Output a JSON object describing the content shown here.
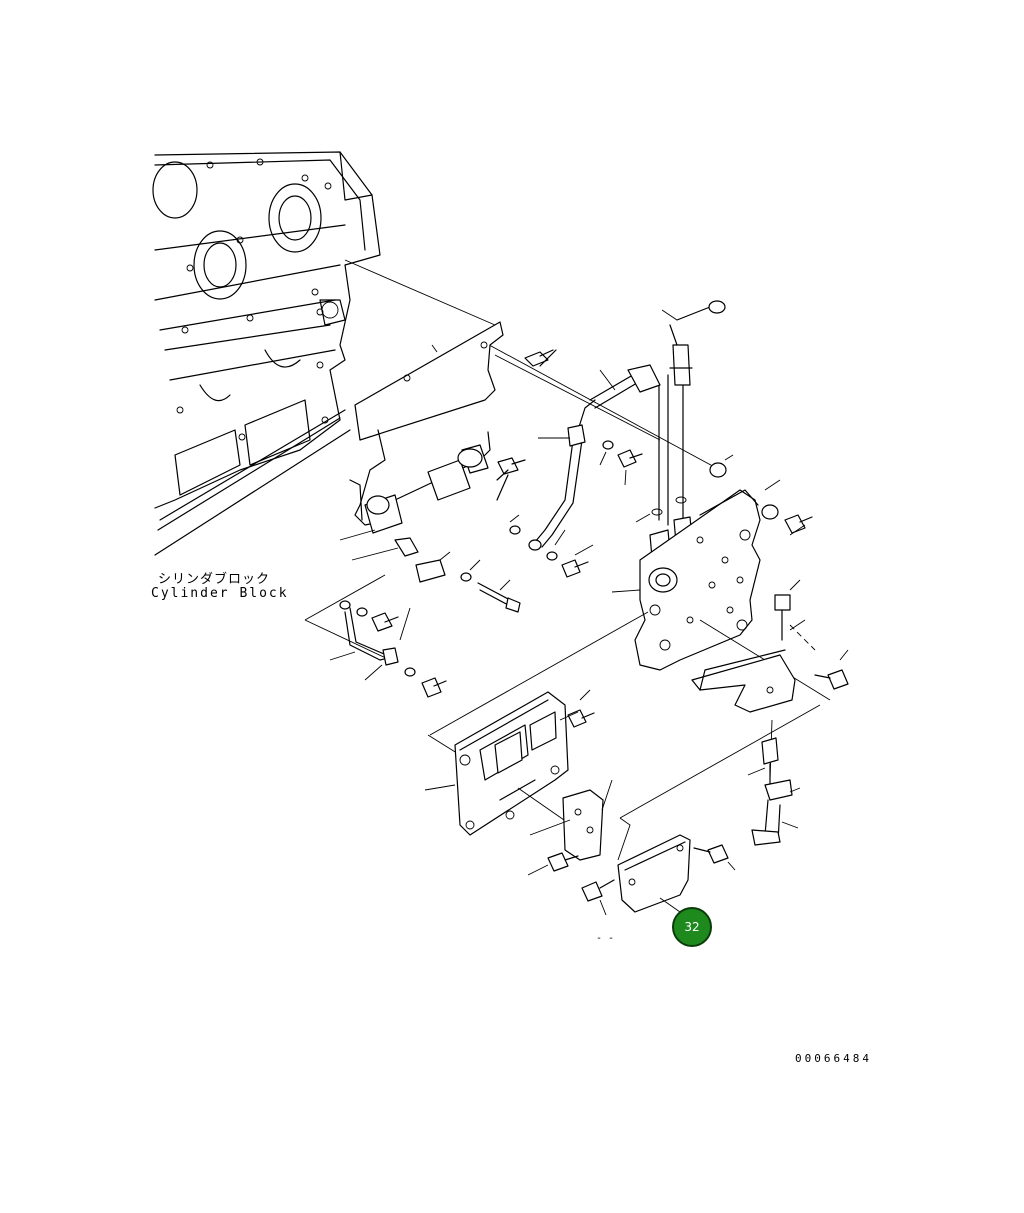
{
  "labels": {
    "cylinder_block_jp": "シリンダブロック",
    "cylinder_block_en": "Cylinder Block"
  },
  "drawing_number": "00066484",
  "callout": {
    "number": "32",
    "color": "#1e8a1e"
  },
  "stub_text": "- -"
}
